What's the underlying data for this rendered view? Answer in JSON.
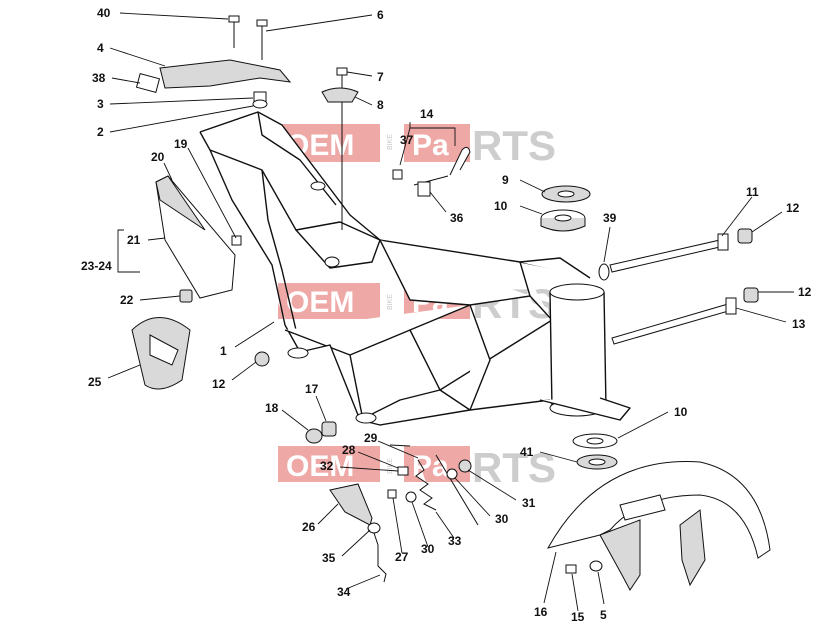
{
  "watermark": {
    "oem": "OEM",
    "bike": "BIKE",
    "pa": "Pa",
    "rts": "RTS"
  },
  "callouts": {
    "c40": "40",
    "c6": "6",
    "c4": "4",
    "c38": "38",
    "c7": "7",
    "c3": "3",
    "c8": "8",
    "c2": "2",
    "c14": "14",
    "c37": "37",
    "c19": "19",
    "c20": "20",
    "c9": "9",
    "c10a": "10",
    "c11": "11",
    "c12a": "12",
    "c39": "39",
    "c36": "36",
    "c21": "21",
    "c2324": "23-24",
    "c22": "22",
    "c12b": "12",
    "c13": "13",
    "c1": "1",
    "c25": "25",
    "c12c": "12",
    "c17": "17",
    "c18": "18",
    "c10b": "10",
    "c28": "28",
    "c29": "29",
    "c41": "41",
    "c32": "32",
    "c31": "31",
    "c30a": "30",
    "c26": "26",
    "c33": "33",
    "c27": "27",
    "c30b": "30",
    "c35": "35",
    "c34": "34",
    "c16": "16",
    "c15": "15",
    "c5": "5"
  }
}
